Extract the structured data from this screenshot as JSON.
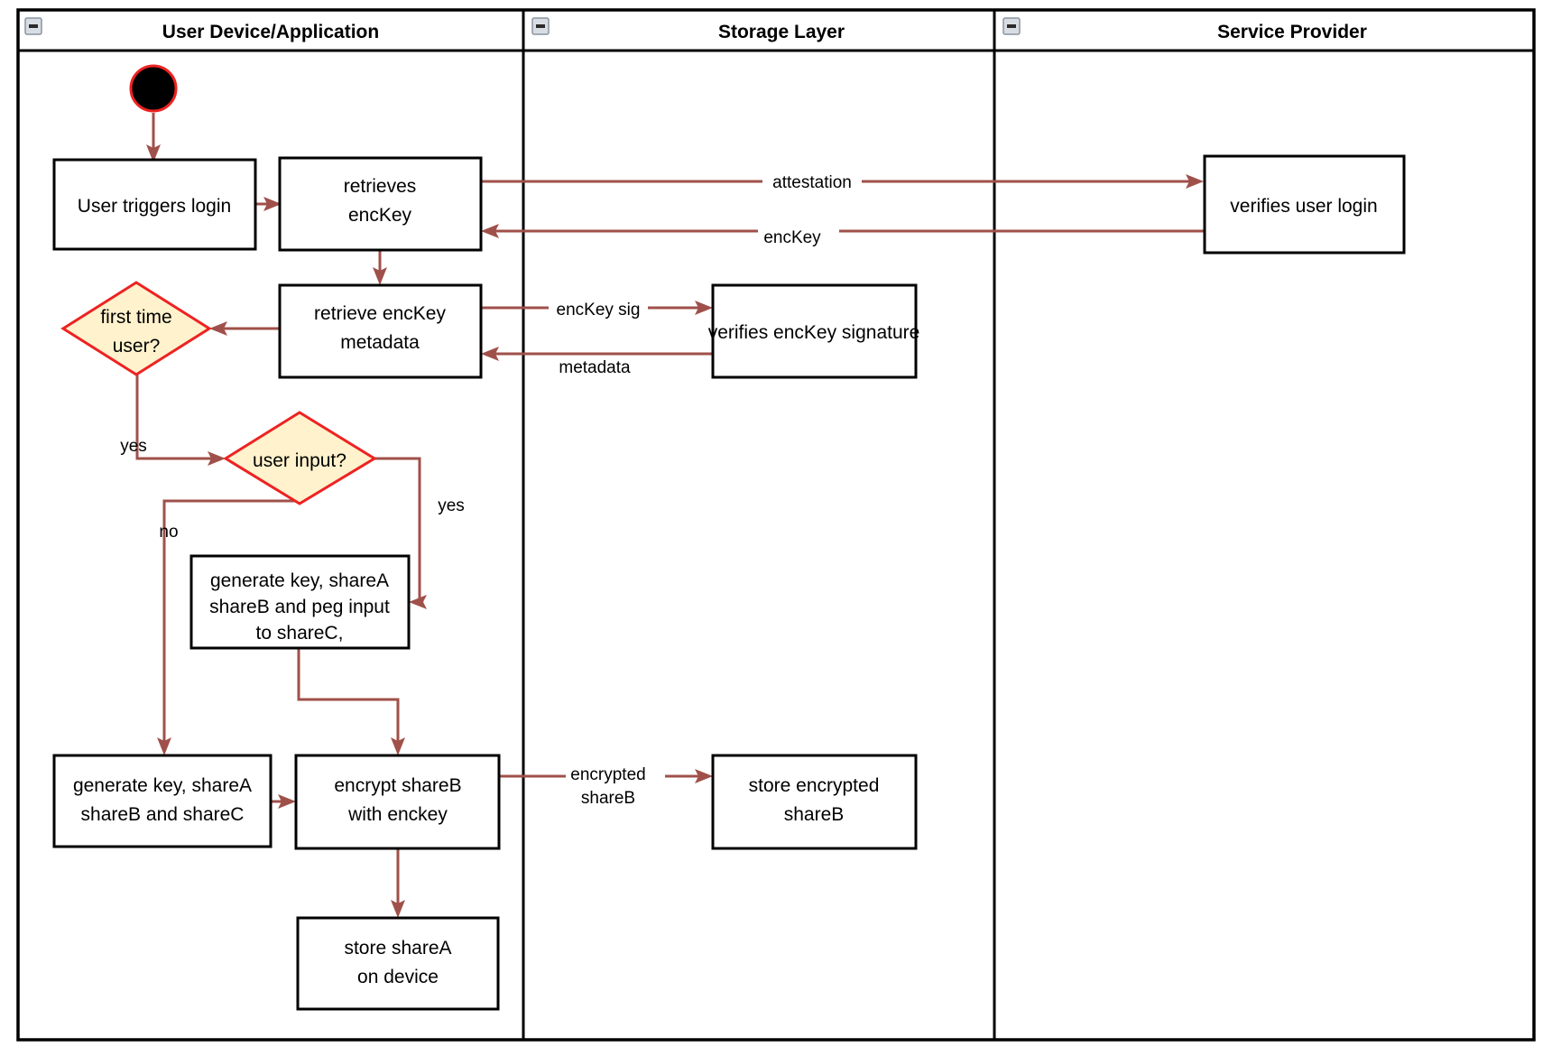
{
  "diagram": {
    "kind": "uml-activity-swimlane",
    "title_bar_height": 45,
    "colors": {
      "flow": "#a0504a",
      "decision_fill": "#fff2cc",
      "decision_stroke": "#ee2222",
      "node_fill": "#ffffff",
      "node_stroke": "#000000",
      "start_fill": "#000000",
      "start_stroke": "#ee2222",
      "frame_stroke": "#000000"
    }
  },
  "lanes": [
    {
      "id": "lane-user-device",
      "label": "User Device/Application",
      "collapse_icon": "collapse-minus-icon"
    },
    {
      "id": "lane-storage",
      "label": "Storage Layer",
      "collapse_icon": "collapse-minus-icon"
    },
    {
      "id": "lane-service-provider",
      "label": "Service Provider",
      "collapse_icon": "collapse-minus-icon"
    }
  ],
  "nodes": [
    {
      "id": "start",
      "type": "initial",
      "lane": "lane-user-device",
      "label": ""
    },
    {
      "id": "user-triggers-login",
      "type": "action",
      "lane": "lane-user-device",
      "lines": [
        "User triggers login"
      ]
    },
    {
      "id": "retrieves-enckey",
      "type": "action",
      "lane": "lane-user-device",
      "lines": [
        "retrieves",
        "encKey"
      ]
    },
    {
      "id": "retrieve-enckey-metadata",
      "type": "action",
      "lane": "lane-user-device",
      "lines": [
        "retrieve encKey",
        "metadata"
      ]
    },
    {
      "id": "first-time-user",
      "type": "decision",
      "lane": "lane-user-device",
      "lines": [
        "first time",
        "user?"
      ]
    },
    {
      "id": "user-input",
      "type": "decision",
      "lane": "lane-user-device",
      "lines": [
        "user input?"
      ]
    },
    {
      "id": "generate-key-peg",
      "type": "action",
      "lane": "lane-user-device",
      "lines": [
        "generate key, shareA",
        "shareB and peg input",
        "to shareC,"
      ]
    },
    {
      "id": "generate-key-sharec",
      "type": "action",
      "lane": "lane-user-device",
      "lines": [
        "generate key, shareA",
        "shareB and shareC"
      ]
    },
    {
      "id": "encrypt-shareb",
      "type": "action",
      "lane": "lane-user-device",
      "lines": [
        "encrypt shareB",
        "with enckey"
      ]
    },
    {
      "id": "store-sharea",
      "type": "action",
      "lane": "lane-user-device",
      "lines": [
        "store shareA",
        "on device"
      ]
    },
    {
      "id": "verifies-enckey-signature",
      "type": "action",
      "lane": "lane-storage",
      "lines": [
        "verifies encKey signature"
      ]
    },
    {
      "id": "store-encrypted-shareb",
      "type": "action",
      "lane": "lane-storage",
      "lines": [
        "store encrypted",
        "shareB"
      ]
    },
    {
      "id": "verifies-user-login",
      "type": "action",
      "lane": "lane-service-provider",
      "lines": [
        "verifies user login"
      ]
    }
  ],
  "edges": [
    {
      "id": "e-start-login",
      "from": "start",
      "to": "user-triggers-login",
      "label": ""
    },
    {
      "id": "e-login-retrieves",
      "from": "user-triggers-login",
      "to": "retrieves-enckey",
      "label": ""
    },
    {
      "id": "e-attestation",
      "from": "retrieves-enckey",
      "to": "verifies-user-login",
      "label": "attestation"
    },
    {
      "id": "e-enckey-back",
      "from": "verifies-user-login",
      "to": "retrieves-enckey",
      "label": "encKey"
    },
    {
      "id": "e-retrieves-metadata",
      "from": "retrieves-enckey",
      "to": "retrieve-enckey-metadata",
      "label": ""
    },
    {
      "id": "e-enckey-sig",
      "from": "retrieve-enckey-metadata",
      "to": "verifies-enckey-signature",
      "label": "encKey sig"
    },
    {
      "id": "e-metadata-back",
      "from": "verifies-enckey-signature",
      "to": "retrieve-enckey-metadata",
      "label": "metadata"
    },
    {
      "id": "e-metadata-firsttime",
      "from": "retrieve-enckey-metadata",
      "to": "first-time-user",
      "label": ""
    },
    {
      "id": "e-firsttime-yes",
      "from": "first-time-user",
      "to": "user-input",
      "label": "yes"
    },
    {
      "id": "e-userinput-no",
      "from": "user-input",
      "to": "generate-key-sharec",
      "label": "no"
    },
    {
      "id": "e-userinput-yes",
      "from": "user-input",
      "to": "generate-key-peg",
      "label": "yes"
    },
    {
      "id": "e-peg-encrypt",
      "from": "generate-key-peg",
      "to": "encrypt-shareb",
      "label": ""
    },
    {
      "id": "e-sharec-encrypt",
      "from": "generate-key-sharec",
      "to": "encrypt-shareb",
      "label": ""
    },
    {
      "id": "e-encrypted-shareb",
      "from": "encrypt-shareb",
      "to": "store-encrypted-shareb",
      "label": "encrypted shareB",
      "label_lines": [
        "encrypted",
        "shareB"
      ]
    },
    {
      "id": "e-encrypt-store-sharea",
      "from": "encrypt-shareb",
      "to": "store-sharea",
      "label": ""
    }
  ],
  "edge_labels": {
    "attestation": "attestation",
    "enckey": "encKey",
    "enckey_sig": "encKey sig",
    "metadata": "metadata",
    "yes_firsttime": "yes",
    "no_userinput": "no",
    "yes_userinput": "yes",
    "encrypted_line1": "encrypted",
    "encrypted_line2": "shareB"
  },
  "node_text": {
    "user_triggers_login": "User triggers login",
    "retrieves_l1": "retrieves",
    "retrieves_l2": "encKey",
    "retrieve_meta_l1": "retrieve encKey",
    "retrieve_meta_l2": "metadata",
    "first_time_l1": "first time",
    "first_time_l2": "user?",
    "user_input": "user input?",
    "peg_l1": "generate key, shareA",
    "peg_l2": "shareB and peg input",
    "peg_l3": "to shareC,",
    "sharec_l1": "generate key, shareA",
    "sharec_l2": "shareB and shareC",
    "encrypt_l1": "encrypt shareB",
    "encrypt_l2": "with enckey",
    "store_sharea_l1": "store shareA",
    "store_sharea_l2": "on device",
    "verifies_sig": "verifies encKey signature",
    "store_enc_l1": "store encrypted",
    "store_enc_l2": "shareB",
    "verifies_login": "verifies user login"
  }
}
